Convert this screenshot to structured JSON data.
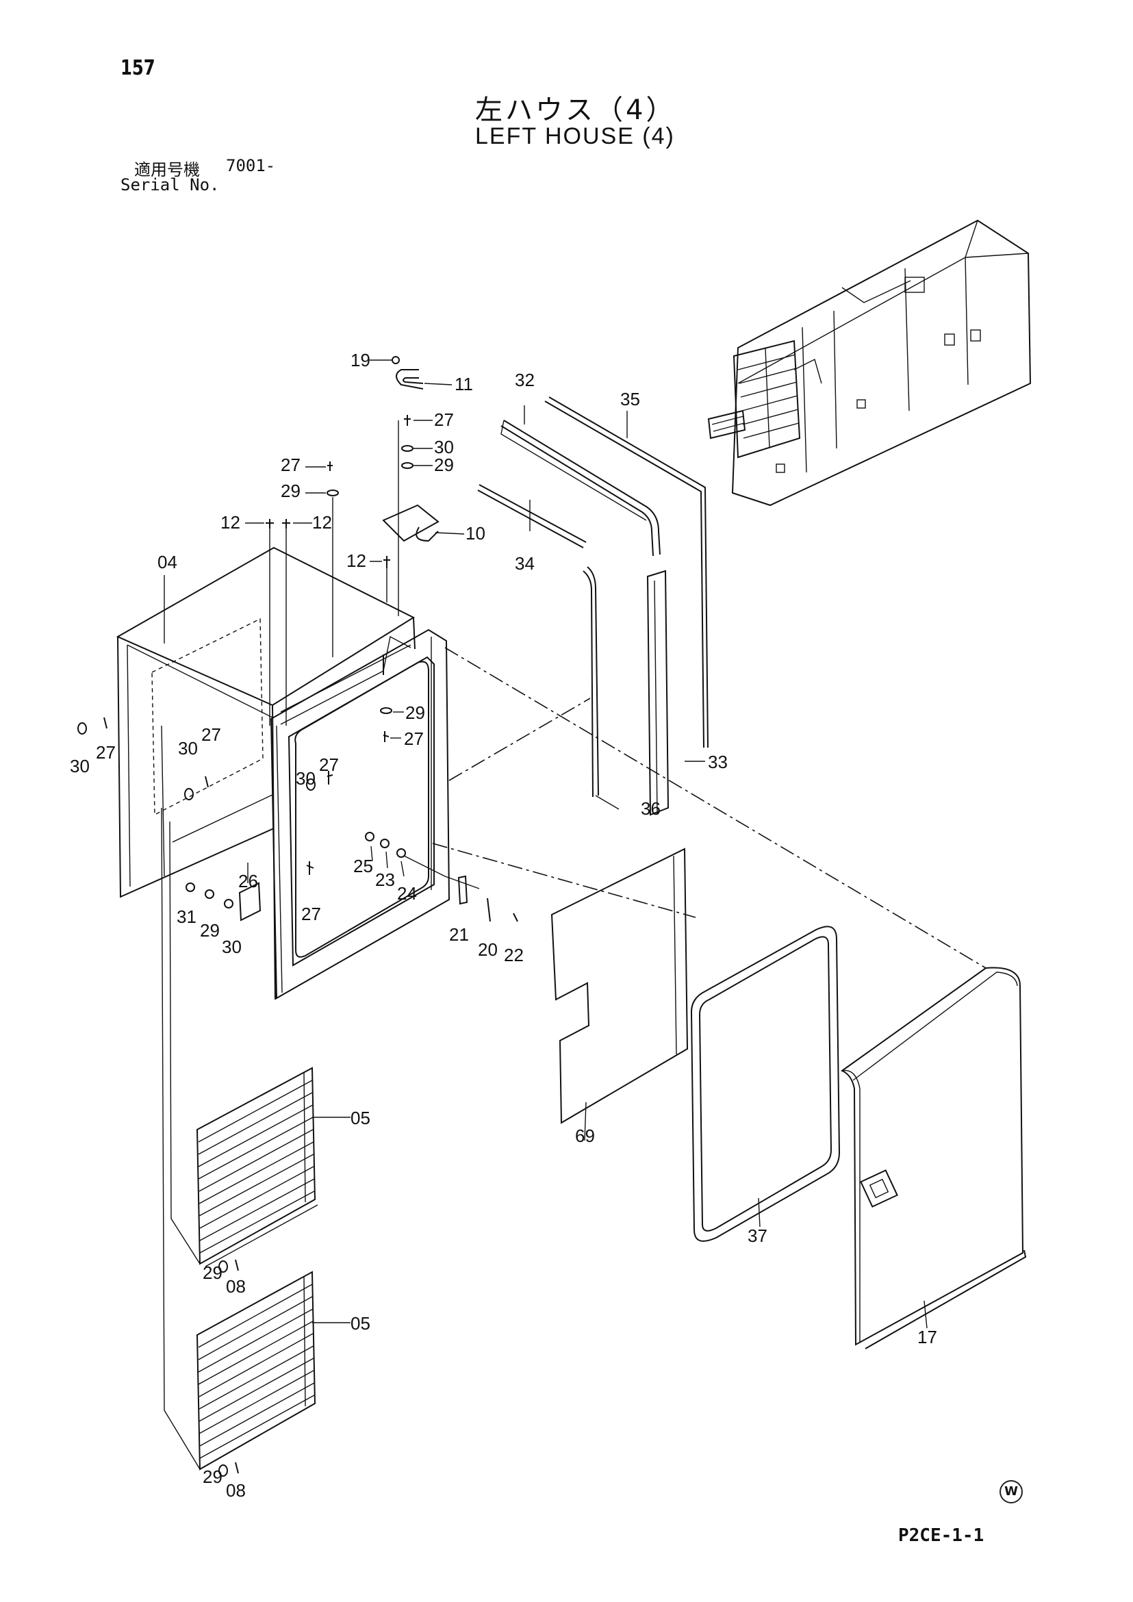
{
  "header": {
    "page_number": "157",
    "title_jp": "左ハウス（4）",
    "title_en": "LEFT HOUSE (4)",
    "serial_label_jp": "適用号機",
    "serial_value": "7001-",
    "serial_label_en": "Serial No."
  },
  "footer": {
    "mark": "W",
    "page_code": "P2CE-1-1"
  },
  "callouts": {
    "c19": "19",
    "c11": "11",
    "c27a": "27",
    "c30a": "30",
    "c29a": "29",
    "c27b": "27",
    "c29b": "29",
    "c12a": "12",
    "c12b": "12",
    "c10": "10",
    "c12c": "12",
    "c04": "04",
    "c32": "32",
    "c35": "35",
    "c34": "34",
    "c29c": "29",
    "c27c": "27",
    "c30b": "30",
    "c27d": "27",
    "c30c": "30",
    "c27e": "27",
    "c30d": "30",
    "c27f": "27",
    "c33": "33",
    "c36": "36",
    "c25": "25",
    "c23": "23",
    "c24": "24",
    "c26": "26",
    "c31": "31",
    "c29d": "29",
    "c30e": "30",
    "c27g": "27",
    "c21": "21",
    "c20": "20",
    "c22": "22",
    "c69": "69",
    "c05a": "05",
    "c29e": "29",
    "c08a": "08",
    "c37": "37",
    "c17": "17",
    "c05b": "05",
    "c29f": "29",
    "c08b": "08"
  }
}
